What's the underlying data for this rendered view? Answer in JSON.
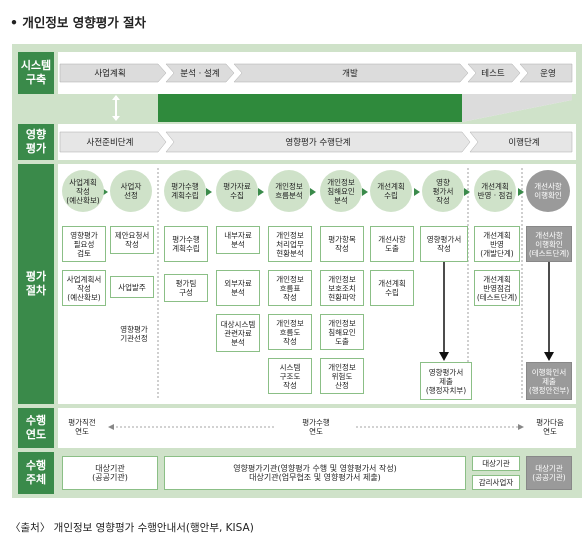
{
  "title": "• 개인정보 영향평가 절차",
  "caption": "〈출처〉 개인정보 영향평가 수행안내서(행안부, KISA)",
  "colors": {
    "green": "#3a8a4a",
    "light_green": "#cfe2c9",
    "dark_green": "#2f8a3c",
    "gray": "#9a9a9a"
  },
  "rows": {
    "system": "시스템\n구축",
    "assessment": "영향\n평가",
    "procedure": "평가\n절차",
    "year": "수행\n연도",
    "subject": "수행\n주체"
  },
  "system_phases": [
    "사업계획",
    "분석 · 설계",
    "개발",
    "테스트",
    "운영"
  ],
  "assessment_phases": [
    "사전준비단계",
    "영향평가 수행단계",
    "이행단계"
  ],
  "columns": [
    {
      "head": "사업계획\n작성\n(예산확보)",
      "items": [
        "영향평가\n필요성\n검토",
        "사업계획서\n작성\n(예산확보)"
      ]
    },
    {
      "head": "사업자\n선정",
      "items": [
        "제안요청서\n작성",
        "사업발주"
      ],
      "note": "영향평가\n기관선정"
    },
    {
      "head": "평가수행\n계획수립",
      "items": [
        "평가수행\n계획수립",
        "평가팀\n구성"
      ]
    },
    {
      "head": "평가자료\n수집",
      "items": [
        "내부자료\n분석",
        "외부자료\n분석",
        "대상시스템\n관련자료\n분석"
      ]
    },
    {
      "head": "개인정보\n흐름분석",
      "items": [
        "개인정보\n처리업무\n현황분석",
        "개인정보\n흐름표\n작성",
        "개인정보\n흐름도\n작성",
        "시스템\n구조도\n작성"
      ]
    },
    {
      "head": "개인정보\n침해요인\n분석",
      "items": [
        "평가항목\n작성",
        "개인정보\n보호조치\n현황파악",
        "개인정보\n침해요인\n도출",
        "개인정보\n위험도\n산정"
      ]
    },
    {
      "head": "개선계획\n수립",
      "items": [
        "개선사항\n도출",
        "개선계획\n수립"
      ]
    },
    {
      "head": "영향\n평가서\n작성",
      "items": [
        "영향평가서\n작성"
      ],
      "final": "영향평가서\n제출\n(행정자치부)"
    },
    {
      "head": "개선계획\n반영 · 점검",
      "items": [
        "개선계획\n반영\n(개발단계)",
        "개선계획\n반영점검\n(테스트단계)"
      ]
    },
    {
      "head": "개선사항\n이행확인",
      "items": [
        "개선사항\n이행확인\n(테스트단계)"
      ],
      "final": "이행확인서\n제출\n(행정안전부)"
    }
  ],
  "year": {
    "left": "평가직전\n연도",
    "mid": "평가수행\n연도",
    "right": "평가다음\n연도"
  },
  "subject": {
    "left": "대상기관\n(공공기관)",
    "mid": "영향평가기관(영향평가 수행 및 영향평가서 작성)\n대상기관(업무협조 및 영향평가서 제출)",
    "r1": "대상기관",
    "r2": "감리사업자",
    "right": "대상기관\n(공공기관)"
  }
}
